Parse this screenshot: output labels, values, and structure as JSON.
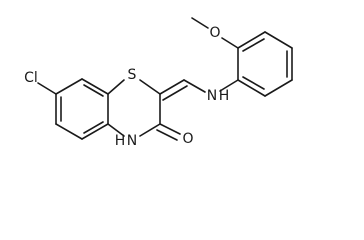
{
  "atoms": {
    "chlorine": "Cl",
    "sulfur": "S",
    "amine_n": "N",
    "amine_h": "H",
    "lactam_n": "N",
    "lactam_h": "H",
    "carbonyl_o": "O",
    "methoxy_o": "O"
  }
}
